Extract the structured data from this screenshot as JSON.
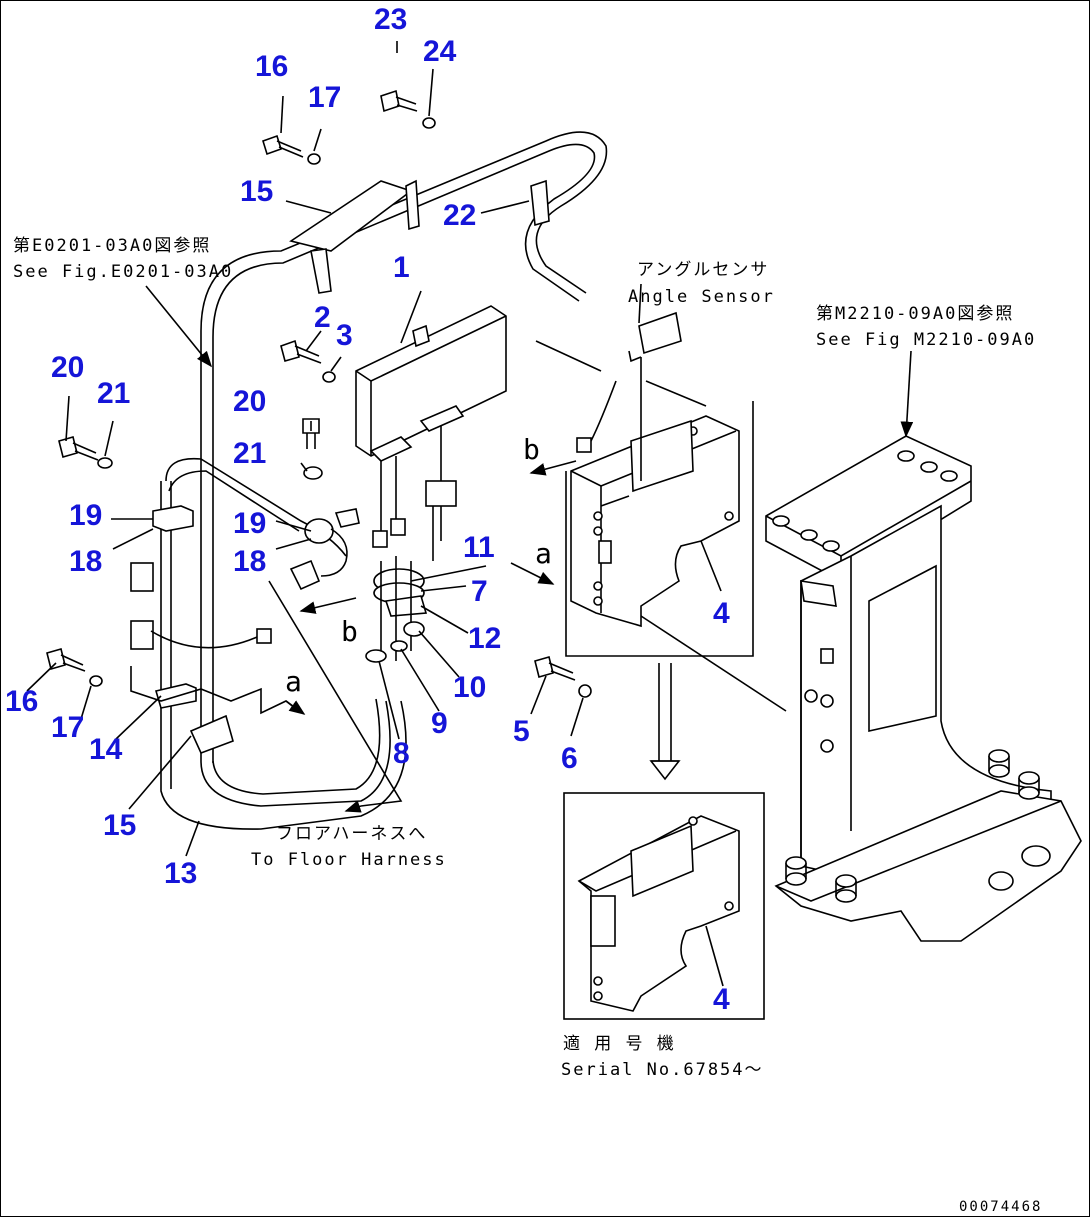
{
  "drawing_number": "00074468",
  "notes": {
    "see_fig_e0201_ja": "第E0201-03A0図参照",
    "see_fig_e0201_en": "See Fig.E0201-03A0",
    "angle_sensor_ja": "アングルセンサ",
    "angle_sensor_en": "Angle Sensor",
    "see_fig_m2210_ja": "第M2210-09A0図参照",
    "see_fig_m2210_en": "See Fig M2210-09A0",
    "to_floor_harness_ja": "フロアハーネスへ",
    "to_floor_harness_en": "To Floor Harness",
    "serial_ja": "適 用 号 機",
    "serial_en": "Serial No.67854～"
  },
  "connectors": {
    "a": "a",
    "b": "b"
  },
  "callouts": {
    "c1": "1",
    "c2": "2",
    "c3": "3",
    "c4a": "4",
    "c4b": "4",
    "c5": "5",
    "c6": "6",
    "c7": "7",
    "c8": "8",
    "c9": "9",
    "c10": "10",
    "c11": "11",
    "c12": "12",
    "c13": "13",
    "c14": "14",
    "c15a": "15",
    "c15b": "15",
    "c16a": "16",
    "c16b": "16",
    "c17a": "17",
    "c17b": "17",
    "c18a": "18",
    "c18b": "18",
    "c19a": "19",
    "c19b": "19",
    "c20a": "20",
    "c20b": "20",
    "c21a": "21",
    "c21b": "21",
    "c22": "22",
    "c23": "23",
    "c24": "24"
  }
}
